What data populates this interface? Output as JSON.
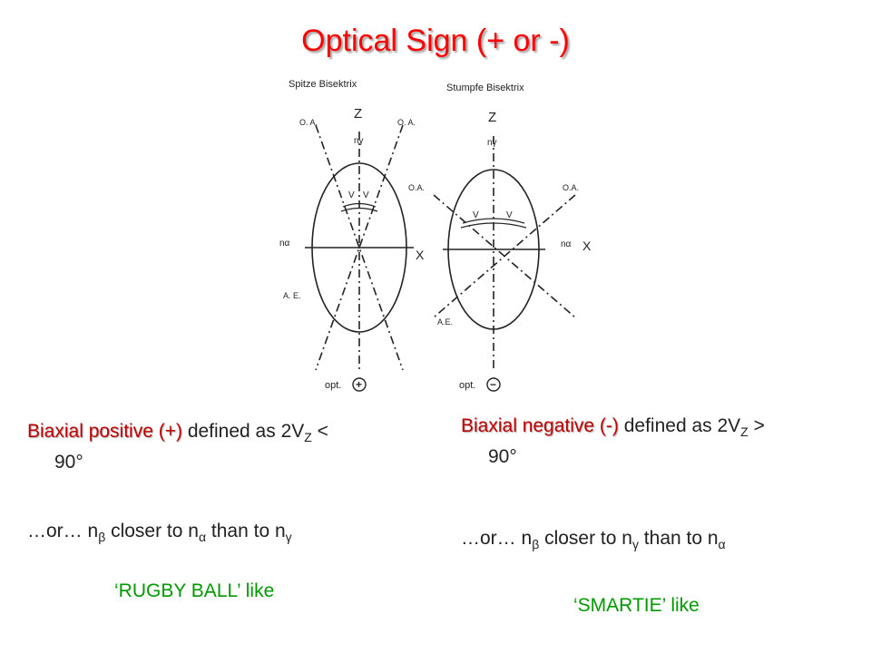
{
  "title": "Optical Sign (+ or -)",
  "figure": {
    "left_heading": "Spitze Bisektrix",
    "right_heading": "Stumpfe Bisektrix",
    "z_label": "Z",
    "x_label": "X",
    "oa_label": "O. A.",
    "oa_label_short": "O.A.",
    "ae_label": "A. E.",
    "ae_label_short": "A.E.",
    "v_label": "V",
    "n_gamma": "nγ",
    "n_alpha": "nα",
    "opt_label": "opt.",
    "plus_sign": "+",
    "minus_sign": "−"
  },
  "left": {
    "label": "Biaxial positive (+)",
    "def_prefix": " defined as 2V",
    "def_sub": "Z",
    "def_suffix": " <",
    "def_line2": "90°",
    "or_prefix": "…or… n",
    "sub_beta": "β",
    "mid": " closer to n",
    "sub_a": "α",
    "mid2": " than to n",
    "sub_b": "γ",
    "likeness": "‘RUGBY BALL’ like"
  },
  "right": {
    "label": "Biaxial negative (-)",
    "def_prefix": " defined as 2V",
    "def_sub": "Z",
    "def_suffix": " >",
    "def_line2": "90°",
    "or_prefix": "…or… n",
    "sub_beta": "β",
    "mid": " closer to n",
    "sub_a": "γ",
    "mid2": " than to n",
    "sub_b": "α",
    "likeness": "‘SMARTIE’ like"
  },
  "colors": {
    "title": "#ff0000",
    "label": "#c00000",
    "likeness": "#009900"
  }
}
